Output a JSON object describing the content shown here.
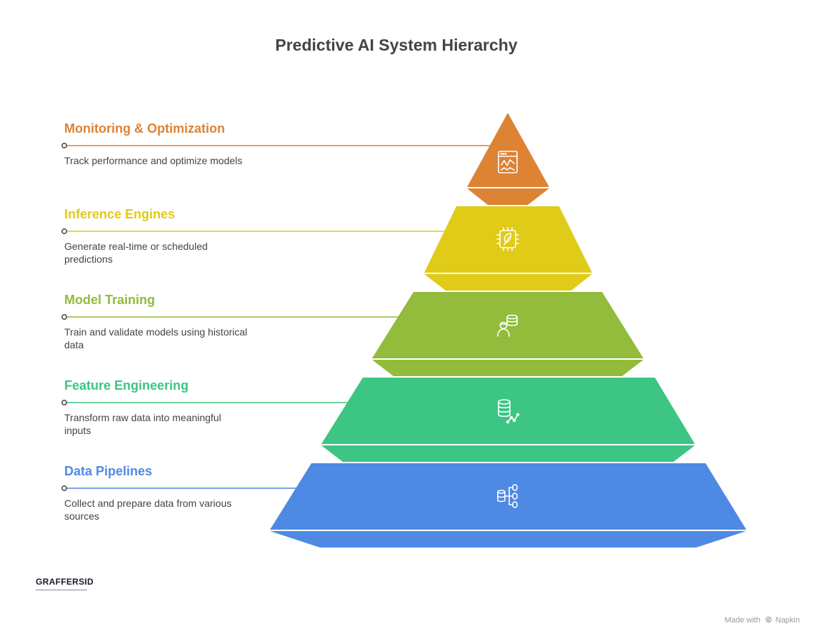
{
  "title": "Predictive AI System Hierarchy",
  "levels": [
    {
      "title": "Monitoring & Optimization",
      "desc": "Track performance and optimize models",
      "color": "#DE8234",
      "icon": "monitor-chart-icon"
    },
    {
      "title": "Inference Engines",
      "desc": "Generate real-time or scheduled predictions",
      "color": "#DFCB18",
      "icon": "processor-chip-icon"
    },
    {
      "title": "Model Training",
      "desc": "Train and validate models using historical data",
      "color": "#93BB3C",
      "icon": "person-database-icon"
    },
    {
      "title": "Feature Engineering",
      "desc": "Transform raw data into meaningful inputs",
      "color": "#3DC583",
      "icon": "database-graph-icon"
    },
    {
      "title": "Data Pipelines",
      "desc": "Collect and prepare data from various sources",
      "color": "#4E89E3",
      "icon": "database-network-icon"
    }
  ],
  "logo": {
    "text": "GRAFFERSID"
  },
  "footer": {
    "made_with": "Made with",
    "brand": "Napkin"
  }
}
